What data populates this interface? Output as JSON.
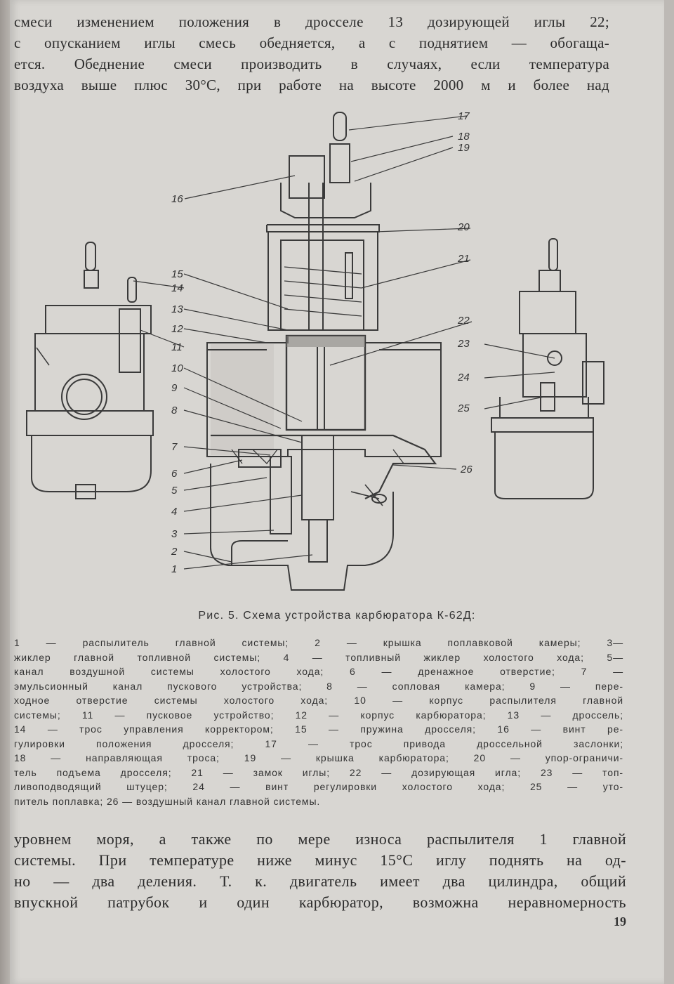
{
  "page": {
    "top_text_lines": [
      "смеси изменением положения в дросселе 13 дозирующей иглы 22;",
      "с опусканием иглы смесь обедняется, а с поднятием — обогаща-",
      "ется. Обеднение смеси производить в случаях, если температура",
      "воздуха выше плюс 30°С, при работе на высоте 2000 м и более над"
    ],
    "figure_caption": "Рис. 5. Схема устройства карбюратора К-62Д:",
    "legend_lines": [
      "1 — распылитель главной системы; 2 — крышка поплавковой камеры; 3—",
      "жиклер главной топливной системы; 4 — топливный жиклер холостого хода; 5—",
      "канал воздушной системы холостого хода; 6 — дренажное отверстие; 7 —",
      "эмульсионный канал пускового устройства; 8 — сопловая камера; 9 — пере-",
      "ходное отверстие системы холостого хода; 10 — корпус распылителя главной",
      "системы; 11 — пусковое устройство; 12 — корпус карбюратора; 13 — дроссель;",
      "14 — трос управления корректором; 15 — пружина дросселя; 16 — винт ре-",
      "гулировки положения дросселя; 17 — трос привода дроссельной заслонки;",
      "18 — направляющая троса; 19 — крышка карбюратора; 20 — упор-ограничи-",
      "тель подъема дросселя; 21 — замок иглы; 22 — дозирующая игла; 23 — топ-",
      "ливоподводящий штуцер; 24 — винт регулировки холостого хода; 25 — уто-",
      "питель поплавка; 26 — воздушный канал главной системы."
    ],
    "bottom_text_lines": [
      "уровнем моря, а также по мере износа распылителя 1 главной",
      "системы. При температуре ниже минус 15°С иглу поднять на од-",
      "но — два деления. Т. к. двигатель имеет два цилиндра, общий",
      "впускной патрубок и один карбюратор, возможна неравномерность"
    ],
    "page_number": "19"
  },
  "figure": {
    "callouts": [
      "1",
      "2",
      "3",
      "4",
      "5",
      "6",
      "7",
      "8",
      "9",
      "10",
      "11",
      "12",
      "13",
      "14",
      "15",
      "16",
      "17",
      "18",
      "19",
      "20",
      "21",
      "22",
      "23",
      "24",
      "25",
      "26"
    ]
  }
}
